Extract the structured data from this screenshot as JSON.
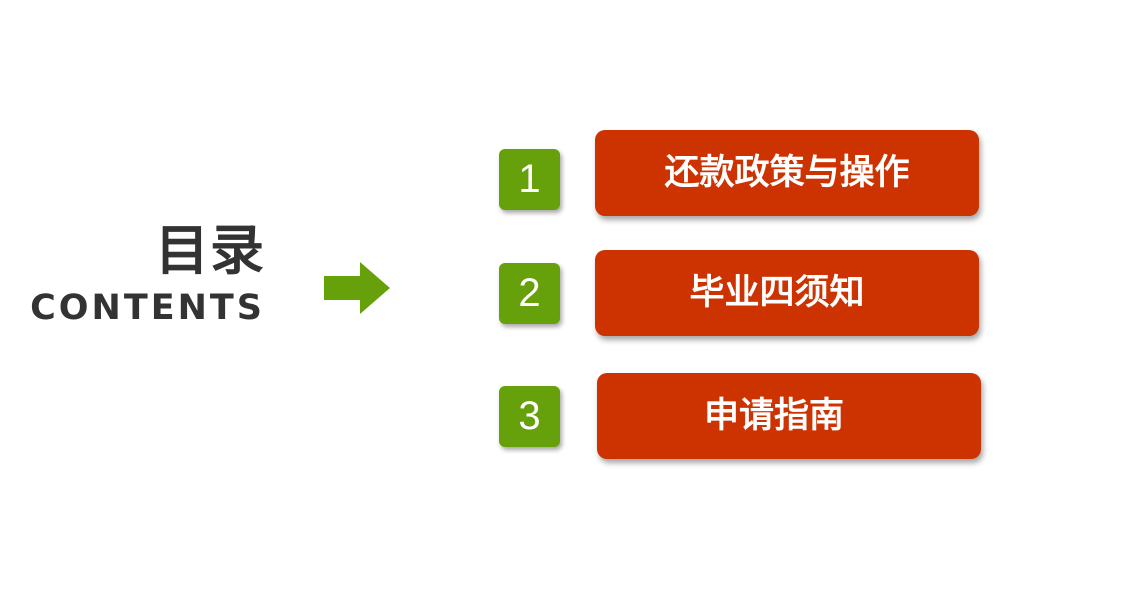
{
  "heading": {
    "title_cn": "目录",
    "title_en": "CONTENTS"
  },
  "colors": {
    "heading_text": "#333333",
    "arrow": "#66a00a",
    "number_box": "#66a00a",
    "item_box": "#cc3300",
    "item_text": "#ffffff"
  },
  "items": [
    {
      "number": "1",
      "label": "还款政策与操作"
    },
    {
      "number": "2",
      "label": "毕业四须知"
    },
    {
      "number": "3",
      "label": "申请指南"
    }
  ]
}
